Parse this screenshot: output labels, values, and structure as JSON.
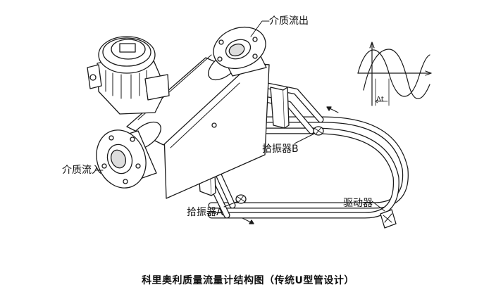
{
  "labels": {
    "outlet": "介质流出",
    "inlet": "介质流入",
    "pickup_b": "拾振器B",
    "pickup_a": "拾振器A",
    "driver": "驱动器",
    "delta_t": "Δt"
  },
  "caption": "科里奥利质量流量计结构图（传统U型管设计）",
  "colors": {
    "line": "#1a1a1a",
    "fill": "#ffffff",
    "shade": "#e6e6e6"
  }
}
